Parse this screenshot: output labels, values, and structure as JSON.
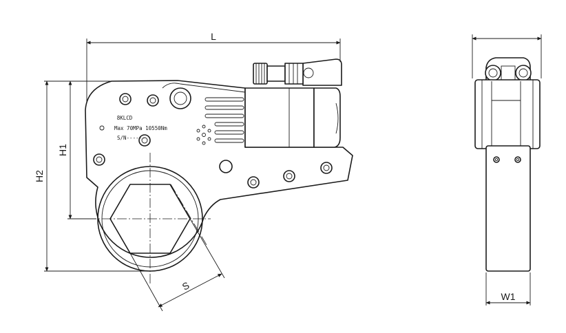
{
  "plate": {
    "model": "8KLCD",
    "spec": "Max 70MPa  10550Nm",
    "serial": "S/N------"
  },
  "dimensions": {
    "length": "L",
    "h1": "H1",
    "h2": "H2",
    "s": "S",
    "w1": "W1"
  },
  "colors": {
    "line": "#1a1a1a",
    "background": "#ffffff"
  }
}
